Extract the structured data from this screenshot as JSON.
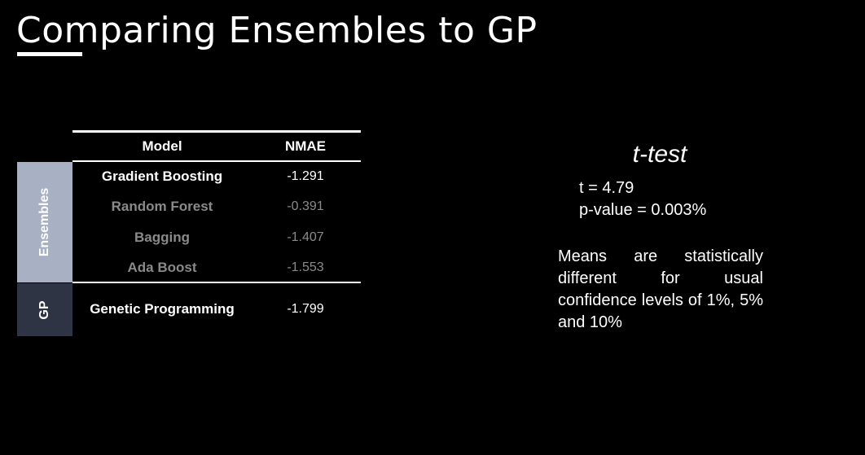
{
  "title": "Comparing Ensembles to GP",
  "table": {
    "headers": [
      "Model",
      "NMAE"
    ],
    "groups": [
      {
        "label": "Ensembles",
        "rows": [
          {
            "model": "Gradient Boosting",
            "nmae": "-1.291"
          },
          {
            "model": "Random Forest",
            "nmae": "-0.391"
          },
          {
            "model": "Bagging",
            "nmae": "-1.407"
          },
          {
            "model": "Ada Boost",
            "nmae": "-1.553"
          }
        ]
      },
      {
        "label": "GP",
        "rows": [
          {
            "model": "Genetic Programming",
            "nmae": "-1.799"
          }
        ]
      }
    ]
  },
  "ttest": {
    "heading": "t-test",
    "t_line": "t = 4.79",
    "p_line": "p-value = 0.003%",
    "conclusion": "Means are statistically different for usual confidence levels of 1%, 5% and 10%"
  },
  "colors": {
    "background": "#000000",
    "ensembles_band": "#a8b0c4",
    "gp_band": "#2e3444",
    "muted_text": "#8a8a8a",
    "text": "#ffffff"
  }
}
